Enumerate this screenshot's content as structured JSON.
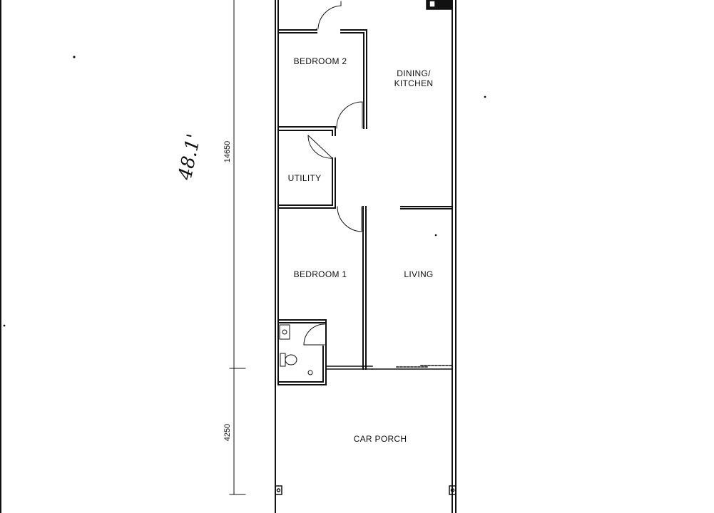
{
  "colors": {
    "ink": "#111111",
    "paper": "#ffffff"
  },
  "rooms": {
    "bedroom2": "BEDROOM 2",
    "dining_kitchen_line1": "DINING/",
    "dining_kitchen_line2": "KITCHEN",
    "utility": "UTILITY",
    "bedroom1": "BEDROOM 1",
    "living": "LIVING",
    "car_porch": "CAR PORCH"
  },
  "dimensions": {
    "house_length": "14650",
    "porch_length": "4250"
  },
  "annotation": {
    "handwritten": "48.1'"
  },
  "icons": [
    "door-swing-icon",
    "sink-icon",
    "toilet-icon",
    "basin-icon",
    "column-icon"
  ]
}
